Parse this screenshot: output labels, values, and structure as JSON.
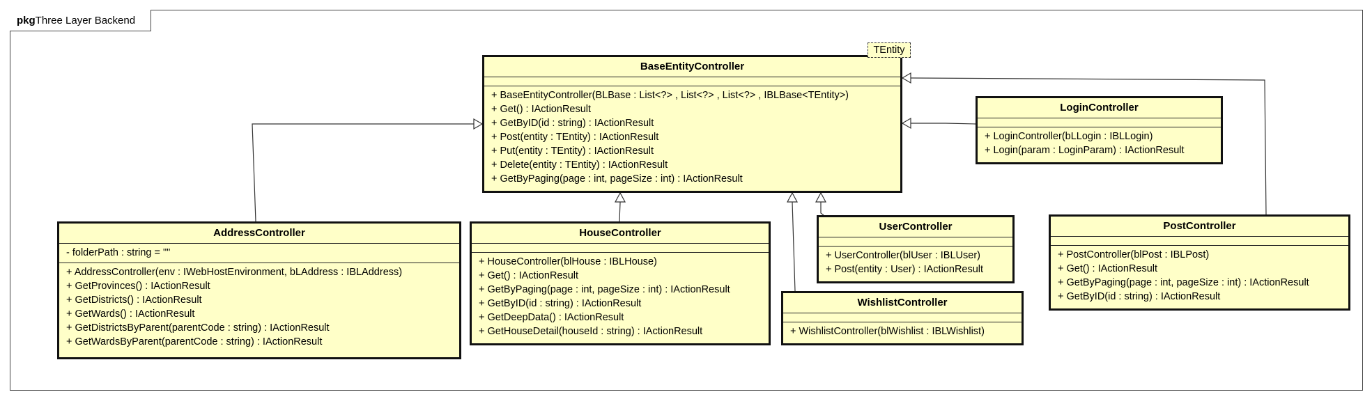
{
  "package": {
    "keyword": "pkg",
    "name": "Three Layer Backend"
  },
  "classes": {
    "base": {
      "name": "BaseEntityController",
      "template_param": "TEntity",
      "attributes": [],
      "operations": [
        "+ BaseEntityController(BLBase : List<?> , List<?> , List<?> , IBLBase<TEntity>)",
        "+ Get() : IActionResult",
        "+ GetByID(id : string) : IActionResult",
        "+ Post(entity : TEntity) : IActionResult",
        "+ Put(entity : TEntity) : IActionResult",
        "+ Delete(entity : TEntity) : IActionResult",
        "+ GetByPaging(page : int, pageSize : int) : IActionResult"
      ]
    },
    "login": {
      "name": "LoginController",
      "attributes": [],
      "operations": [
        "+ LoginController(bLLogin : IBLLogin)",
        "+ Login(param : LoginParam) : IActionResult"
      ]
    },
    "address": {
      "name": "AddressController",
      "attributes": [
        "- folderPath : string = \"\""
      ],
      "operations": [
        "+ AddressController(env : IWebHostEnvironment, bLAddress : IBLAddress)",
        "+ GetProvinces() : IActionResult",
        "+ GetDistricts() : IActionResult",
        "+ GetWards() : IActionResult",
        "+ GetDistrictsByParent(parentCode : string) : IActionResult",
        "+ GetWardsByParent(parentCode : string) : IActionResult"
      ]
    },
    "house": {
      "name": "HouseController",
      "attributes": [],
      "operations": [
        "+ HouseController(blHouse : IBLHouse)",
        "+ Get() : IActionResult",
        "+ GetByPaging(page : int, pageSize : int) : IActionResult",
        "+ GetByID(id : string) : IActionResult",
        "+ GetDeepData() : IActionResult",
        "+ GetHouseDetail(houseId : string) : IActionResult"
      ]
    },
    "user": {
      "name": "UserController",
      "attributes": [],
      "operations": [
        "+ UserController(blUser : IBLUser)",
        "+ Post(entity : User) : IActionResult"
      ]
    },
    "wishlist": {
      "name": "WishlistController",
      "attributes": [],
      "operations": [
        "+ WishlistController(blWishlist : IBLWishlist)"
      ]
    },
    "post": {
      "name": "PostController",
      "attributes": [],
      "operations": [
        "+ PostController(blPost : IBLPost)",
        "+ Get() : IActionResult",
        "+ GetByPaging(page : int, pageSize : int) : IActionResult",
        "+ GetByID(id : string) : IActionResult"
      ]
    }
  },
  "generalizations": [
    {
      "from": "AddressController",
      "to": "BaseEntityController"
    },
    {
      "from": "HouseController",
      "to": "BaseEntityController"
    },
    {
      "from": "UserController",
      "to": "BaseEntityController"
    },
    {
      "from": "WishlistController",
      "to": "BaseEntityController"
    },
    {
      "from": "LoginController",
      "to": "BaseEntityController"
    },
    {
      "from": "PostController",
      "to": "BaseEntityController"
    }
  ],
  "colors": {
    "class_fill": "#ffffc8",
    "border": "#111111",
    "background": "#ffffff"
  }
}
